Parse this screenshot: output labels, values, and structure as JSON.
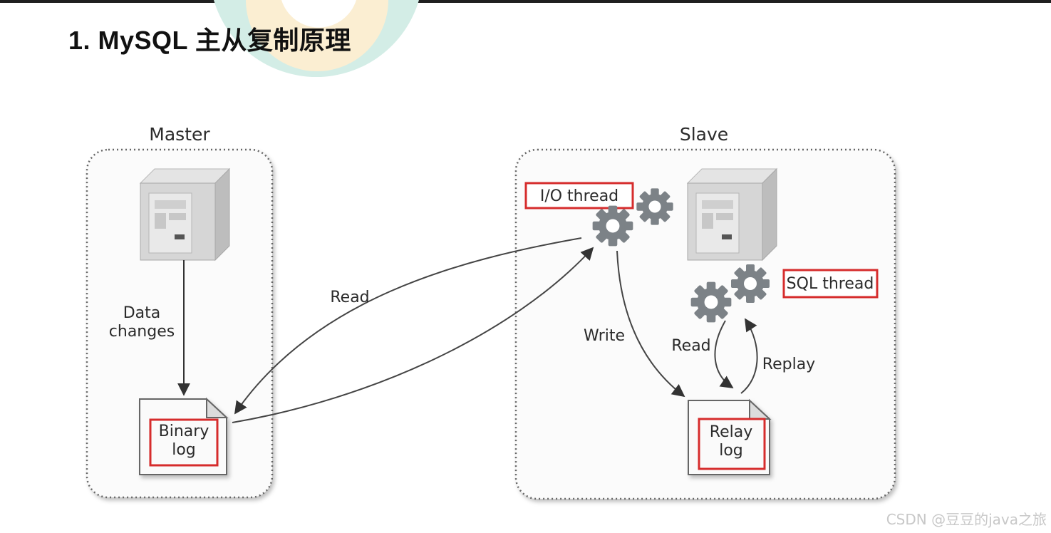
{
  "title": "1.  MySQL 主从复制原理",
  "master": {
    "title": "Master",
    "data_changes_line1": "Data",
    "data_changes_line2": "changes",
    "binary_log_line1": "Binary",
    "binary_log_line2": "log"
  },
  "replication": {
    "read_label": "Read"
  },
  "slave": {
    "title": "Slave",
    "io_thread": "I/O thread",
    "sql_thread": "SQL thread",
    "write_label": "Write",
    "read_label": "Read",
    "replay_label": "Replay",
    "relay_log_line1": "Relay",
    "relay_log_line2": "log"
  },
  "watermark": "CSDN @豆豆的java之旅",
  "colors": {
    "highlight_box": "#d62c2c",
    "logo_teal": "#d3ede6",
    "logo_yellow": "#fbeed2",
    "frame_dots": "#666666",
    "arrow": "#444444",
    "server_gray": "#c9c9c9",
    "gear_gray": "#7c8287"
  }
}
